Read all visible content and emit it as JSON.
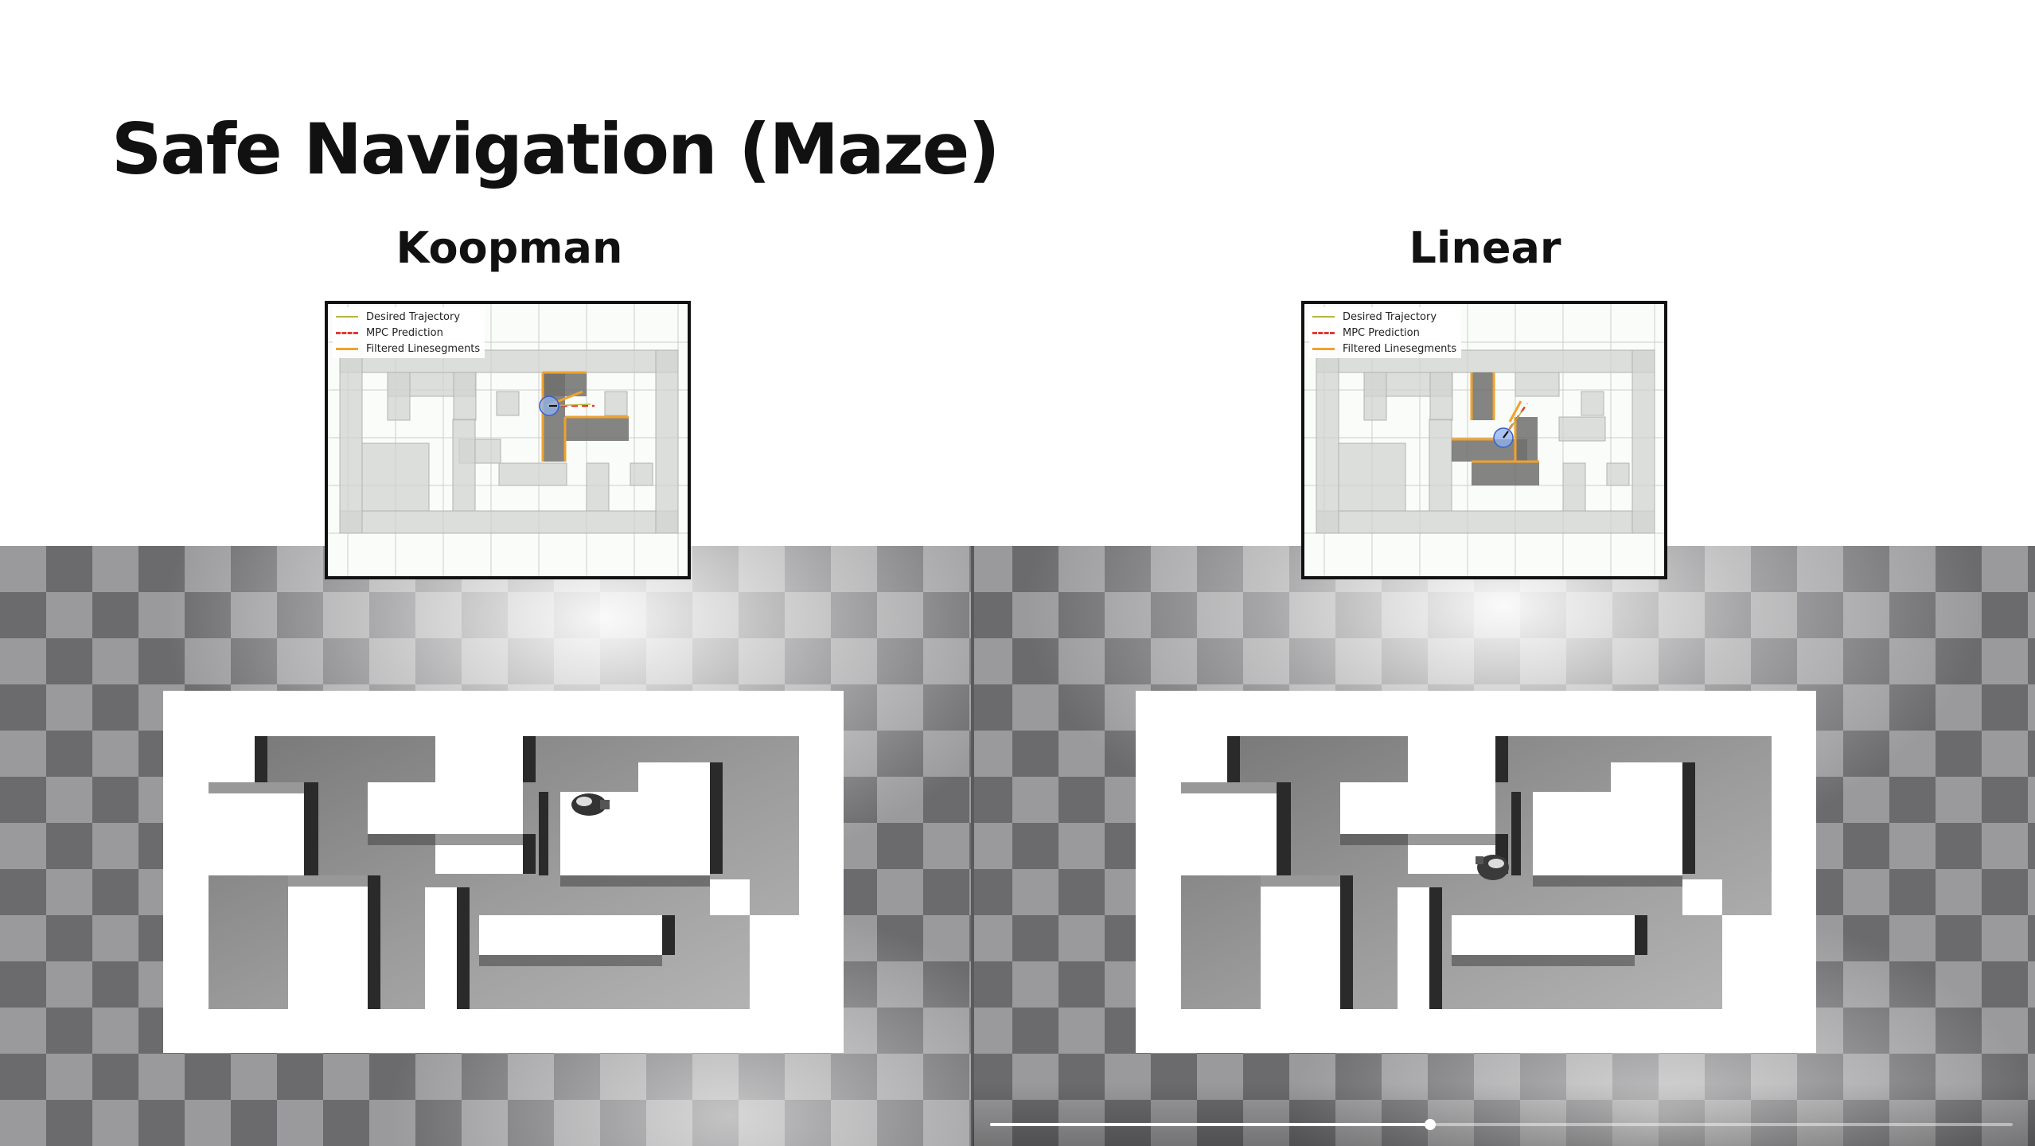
{
  "slide": {
    "title": "Safe Navigation (Maze)",
    "labels": {
      "left": "Koopman",
      "right": "Linear"
    }
  },
  "legend": {
    "desired": "Desired Trajectory",
    "mpc": "MPC Prediction",
    "filtered": "Filtered Linesegments"
  },
  "video": {
    "progress": 0.43
  },
  "colors": {
    "desired_trajectory": "#b7b53c",
    "mpc_prediction": "#e03a32",
    "filtered_linesegments": "#f0a22c",
    "robot": "#8fb3ee",
    "floor_dark": "#6b6b6e",
    "floor_light": "#9a9a9c"
  }
}
